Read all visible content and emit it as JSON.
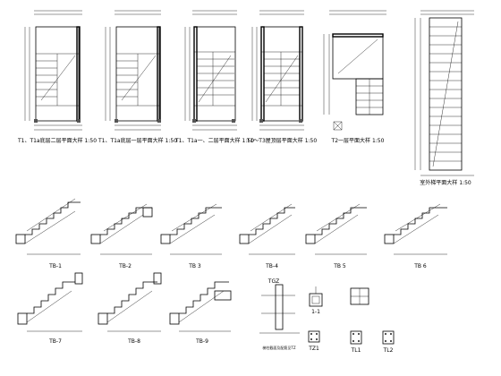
{
  "plans": [
    {
      "id": "p1",
      "title": "T1、T1a底层二层平面大样",
      "scale": "1:50"
    },
    {
      "id": "p2",
      "title": "T1、T1a底层一层平面大样",
      "scale": "1:50"
    },
    {
      "id": "p3",
      "title": "T1、T1a一、二层平面大样",
      "scale": "1:50"
    },
    {
      "id": "p4",
      "title": "T1～T3屋顶层平面大样",
      "scale": "1:50"
    },
    {
      "id": "p5",
      "title": "T2一层平面大样",
      "scale": "1:50"
    },
    {
      "id": "p6",
      "title": "室外梯平面大样",
      "scale": "1:50"
    }
  ],
  "flights_row1": [
    {
      "id": "TB-1",
      "label": "TB-1"
    },
    {
      "id": "TB-2",
      "label": "TB-2"
    },
    {
      "id": "TB-3",
      "label": "TB 3"
    },
    {
      "id": "TB-4",
      "label": "TB-4"
    },
    {
      "id": "TB-5",
      "label": "TB 5"
    },
    {
      "id": "TB-6",
      "label": "TB 6"
    }
  ],
  "flights_row2": [
    {
      "id": "TB-7",
      "label": "TB-7"
    },
    {
      "id": "TB-8",
      "label": "TB-8"
    },
    {
      "id": "TB-9",
      "label": "TB-9"
    }
  ],
  "details": {
    "tgz_title": "TGZ",
    "tz1_label": "TZ1",
    "tl1_label": "TL1",
    "tl2_label": "TL2",
    "section_label": "1-1",
    "note_line": "梯柱截面及配筋见TZ"
  }
}
